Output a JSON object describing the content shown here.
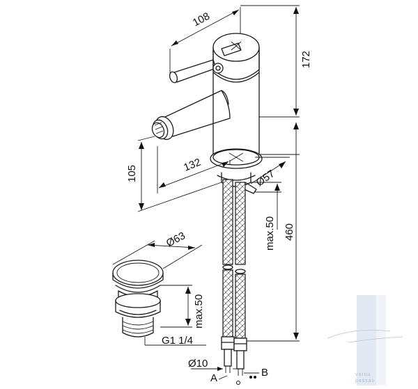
{
  "dimensions": {
    "handle_reach": "108",
    "top_height": "172",
    "spout_reach": "132",
    "spout_height": "105",
    "flange_diameter": "Ø57",
    "deck_max_thickness": "max.50",
    "hose_length": "460",
    "drain_diameter": "Ø63",
    "drain_max_thickness": "max.50",
    "drain_thread": "G1 1/4",
    "hose_diameter": "Ø10",
    "hose_label_a": "A",
    "hose_label_b": "B"
  },
  "watermark": {
    "line1": "varnu",
    "line2": "passau"
  },
  "colors": {
    "line": "#1a1a1a",
    "watermark": "#9fb3c8",
    "watermark_bar": "#dce6f0"
  }
}
